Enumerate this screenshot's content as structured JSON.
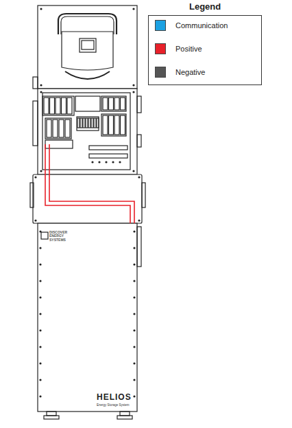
{
  "diagram": {
    "nodes": [
      {
        "text": [
          "DISCOVER ENERGY SYSTEMS",
          "HELIOS",
          "Energy Storage System"
        ]
      }
    ],
    "labels": [
      "Legend"
    ],
    "legend": [
      {
        "text": "Communication",
        "color": "#1ba1e2"
      },
      {
        "text": "Positive",
        "color": "#e8212a"
      },
      {
        "text": "Negative",
        "color": "#555555"
      }
    ]
  }
}
